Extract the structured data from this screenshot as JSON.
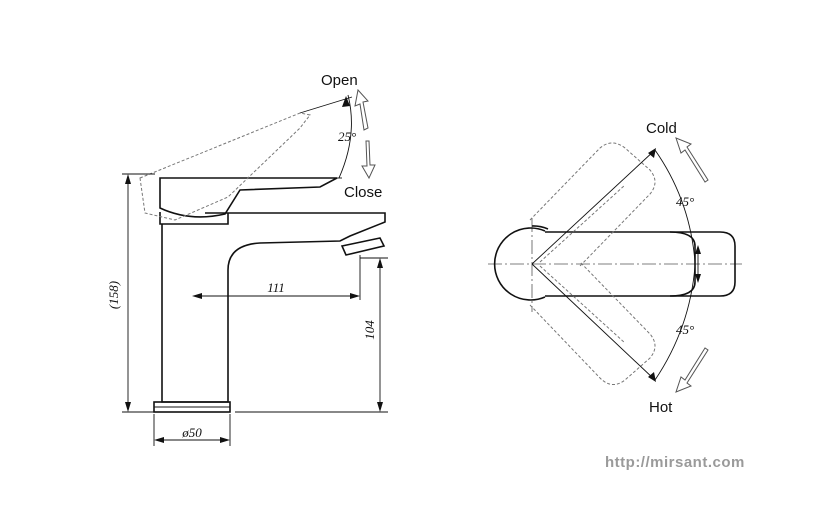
{
  "labels": {
    "open": "Open",
    "close": "Close",
    "cold": "Cold",
    "hot": "Hot"
  },
  "dimensions": {
    "lever_angle": "25°",
    "spout_reach": "111",
    "total_height": "(158)",
    "spout_height": "104",
    "base_diameter": "ø50",
    "rotation_cold": "45°",
    "rotation_hot": "45°"
  },
  "watermark": "http://mirsant.com"
}
